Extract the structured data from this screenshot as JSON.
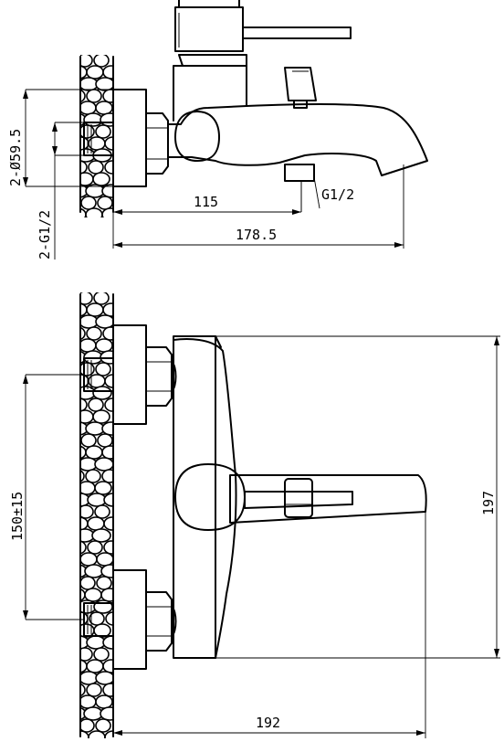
{
  "dimensions": {
    "pipe_diameter": "2-Ø59.5",
    "inlet_thread": "2-G1/2",
    "spout_reach": "115",
    "outlet_thread": "G1/2",
    "overall_depth": "178.5",
    "inlet_spacing": "150±15",
    "body_height": "197",
    "body_width": "192"
  }
}
